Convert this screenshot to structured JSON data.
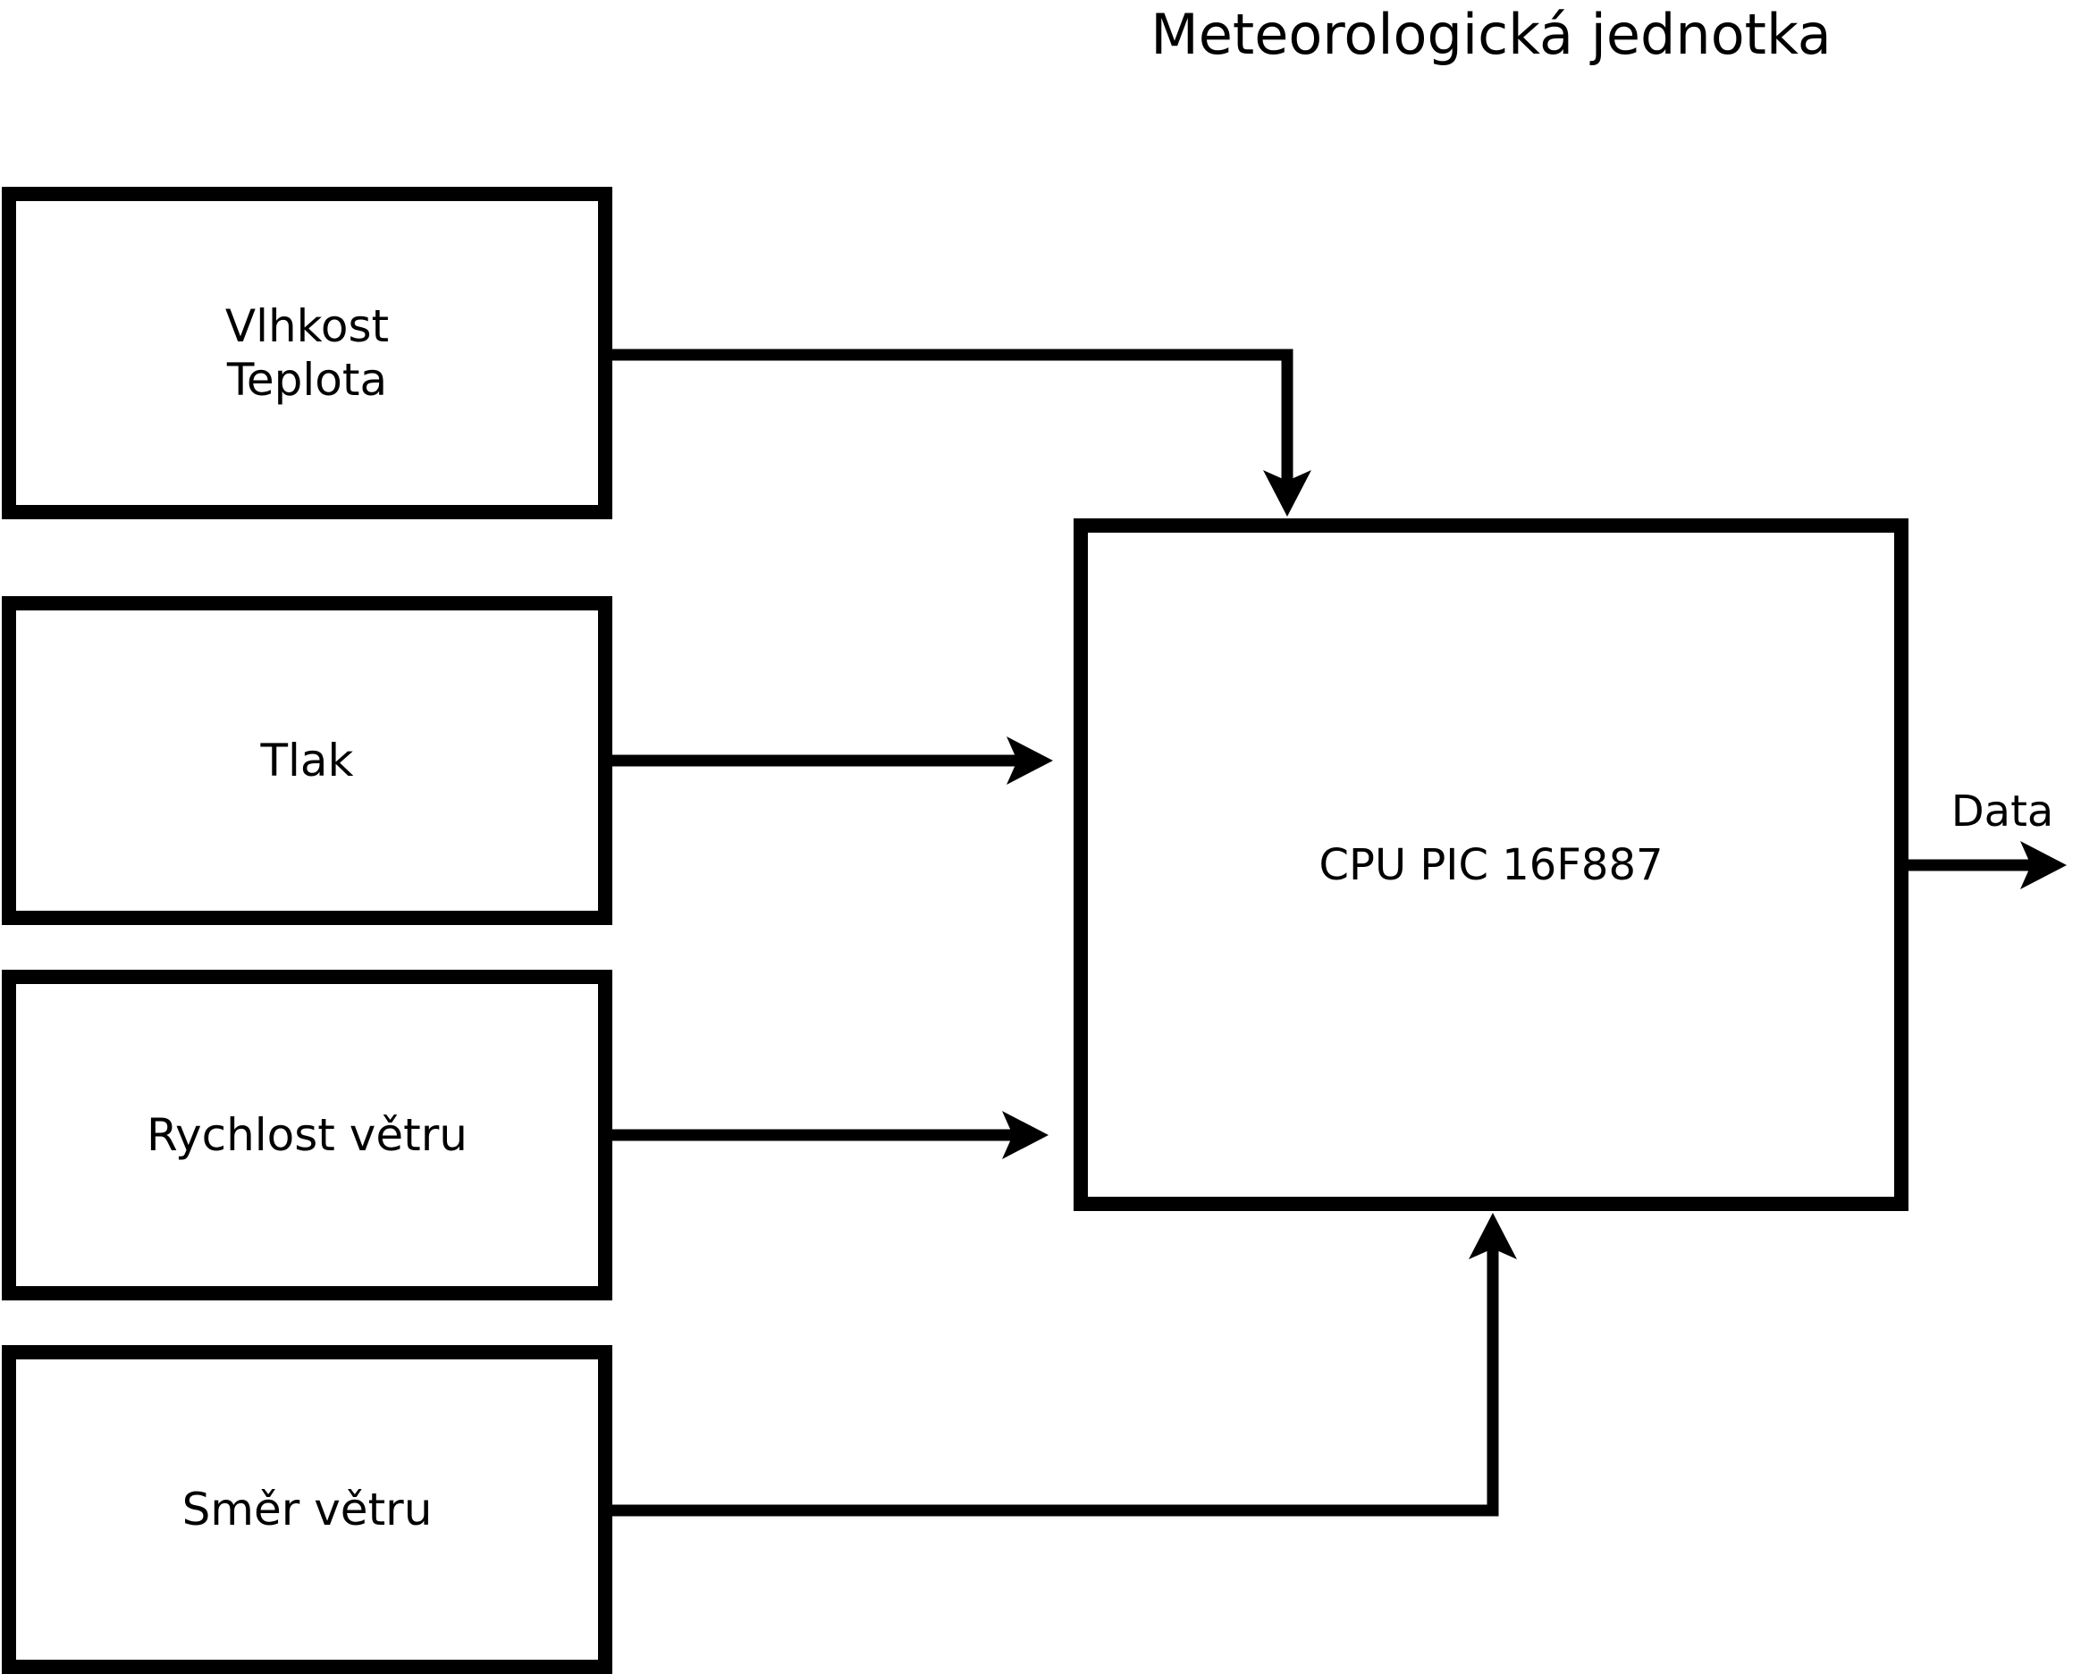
{
  "title": "Meteorologická jednotka",
  "colors": {
    "line": "#000000",
    "background": "#ffffff",
    "text": "#000000"
  },
  "sensors": [
    {
      "id": "vlhkost-teplota",
      "label_lines": [
        "Vlhkost",
        "Teplota"
      ]
    },
    {
      "id": "tlak",
      "label_lines": [
        "Tlak"
      ]
    },
    {
      "id": "rychlost-vetru",
      "label_lines": [
        "Rychlost větru"
      ]
    },
    {
      "id": "smer-vetru",
      "label_lines": [
        "Směr větru"
      ]
    }
  ],
  "cpu": {
    "label": "CPU PIC 16F887"
  },
  "output": {
    "label": "Data"
  },
  "connections": [
    {
      "from": "vlhkost-teplota",
      "to": "cpu",
      "entry": "top"
    },
    {
      "from": "tlak",
      "to": "cpu",
      "entry": "left"
    },
    {
      "from": "rychlost-vetru",
      "to": "cpu",
      "entry": "left"
    },
    {
      "from": "smer-vetru",
      "to": "cpu",
      "entry": "bottom"
    },
    {
      "from": "cpu",
      "to": "data-output",
      "exit": "right"
    }
  ]
}
